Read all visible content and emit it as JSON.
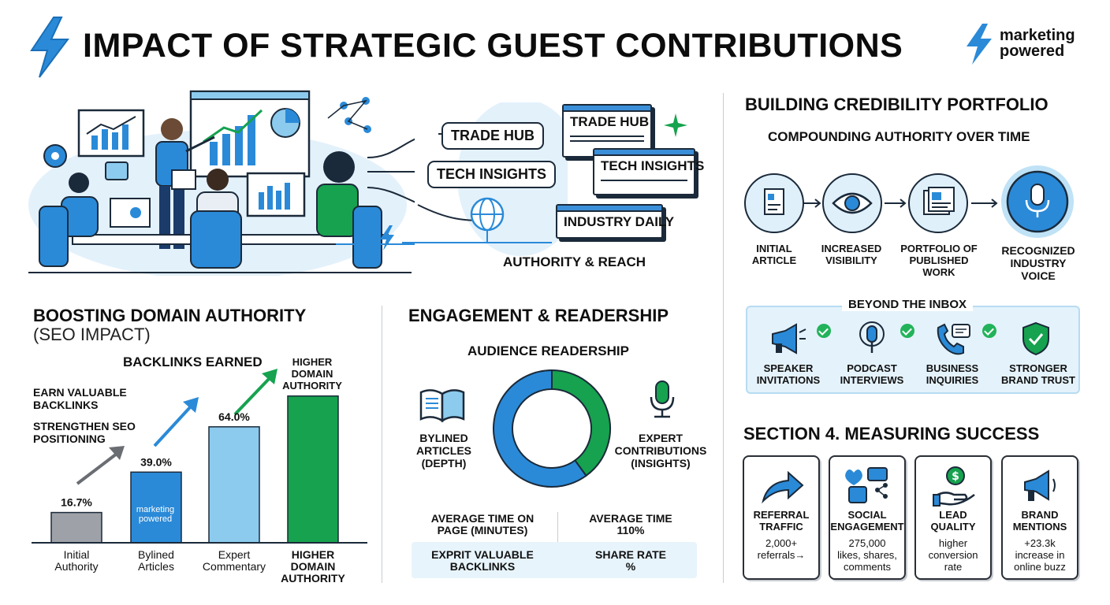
{
  "header": {
    "title": "IMPACT OF STRATEGIC GUEST CONTRIBUTIONS",
    "brand": "marketing powered",
    "brand_line1": "marketing",
    "brand_line2": "powered"
  },
  "colors": {
    "blue": "#2a8ad8",
    "light_blue": "#8ccbee",
    "green": "#16a24f",
    "gray": "#9ea2a8",
    "dark": "#1b2a3a"
  },
  "hero": {
    "publications": [
      "TRADE HUB",
      "TECH INSIGHTS",
      "INDUSTRY DAILY"
    ],
    "newspapers": [
      "TRADE HUB",
      "TECH INSIGHTS",
      "INDUSTRY DAILY"
    ],
    "caption": "AUTHORITY & REACH"
  },
  "credibility": {
    "title": "BUILDING CREDIBILITY PORTFOLIO",
    "subtitle": "COMPOUNDING AUTHORITY OVER TIME",
    "steps": [
      {
        "label": "INITIAL ARTICLE",
        "lines": [
          "INITIAL",
          "ARTICLE"
        ],
        "icon": "document-icon"
      },
      {
        "label": "INCREASED VISIBILITY",
        "lines": [
          "INCREASED",
          "VISIBILITY"
        ],
        "icon": "eye-icon"
      },
      {
        "label": "PORTFOLIO OF PUBLISHED WORK",
        "lines": [
          "PORTFOLIO OF",
          "PUBLISHED",
          "WORK"
        ],
        "icon": "portfolio-icon"
      },
      {
        "label": "RECOGNIZED INDUSTRY VOICE",
        "lines": [
          "RECOGNIZED",
          "INDUSTRY",
          "VOICE"
        ],
        "icon": "microphone-icon"
      }
    ]
  },
  "inbox": {
    "title": "BEYOND THE INBOX",
    "items": [
      {
        "lines": [
          "SPEAKER",
          "INVITATIONS"
        ],
        "icon": "megaphone-icon"
      },
      {
        "lines": [
          "PODCAST",
          "INTERVIEWS"
        ],
        "icon": "podcast-icon"
      },
      {
        "lines": [
          "BUSINESS",
          "INQUIRIES"
        ],
        "icon": "phone-icon"
      },
      {
        "lines": [
          "STRONGER",
          "BRAND TRUST"
        ],
        "icon": "shield-icon"
      }
    ]
  },
  "seo": {
    "title": "BOOSTING DOMAIN AUTHORITY",
    "subtitle": "(SEO IMPACT)",
    "chart_title": "BACKLINKS EARNED",
    "annotation1_l1": "EARN VALUABLE",
    "annotation1_l2": "BACKLINKS",
    "annotation2_l1": "STRENGTHEN SEO",
    "annotation2_l2": "POSITIONING",
    "top_label": [
      "HIGHER",
      "DOMAIN",
      "AUTHORITY"
    ],
    "bar_logo": [
      "marketing",
      "powered"
    ]
  },
  "chart_data": {
    "type": "bar",
    "title": "BACKLINKS EARNED",
    "categories": [
      "Initial Authority",
      "Bylined Articles",
      "Expert Commentary",
      "HIGHER DOMAIN AUTHORITY"
    ],
    "category_lines": [
      [
        "Initial",
        "Authority"
      ],
      [
        "Bylined",
        "Articles"
      ],
      [
        "Expert",
        "Commentary"
      ],
      [
        "HIGHER",
        "DOMAIN",
        "AUTHORITY"
      ]
    ],
    "values": [
      16.7,
      39.0,
      64.0,
      81.0
    ],
    "value_labels": [
      "16.7%",
      "39.0%",
      "64.0%",
      ""
    ],
    "colors": [
      "#9ea2a8",
      "#2a8ad8",
      "#8ccbee",
      "#16a24f"
    ],
    "ylim": [
      0,
      100
    ],
    "grid": false,
    "xlabel": "",
    "ylabel": ""
  },
  "engagement": {
    "title": "ENGAGEMENT & READERSHIP",
    "chart_title": "AUDIENCE READERSHIP",
    "left_label": [
      "BYLINED",
      "ARTICLES",
      "(DEPTH)"
    ],
    "right_label": [
      "EXPERT",
      "CONTRIBUTIONS",
      "(INSIGHTS)"
    ],
    "donut": {
      "segments": [
        {
          "value": 60,
          "color": "#2a8ad8"
        },
        {
          "value": 40,
          "color": "#16a24f"
        }
      ]
    },
    "stat1_l1": "AVERAGE TIME ON",
    "stat1_l2": "PAGE (MINUTES)",
    "stat2_l1": "AVERAGE TIME",
    "stat2_l2": "110%",
    "stat3_l1": "EXPRIT VALUABLE",
    "stat3_l2": "BACKLINKS",
    "stat4_l1": "SHARE RATE",
    "stat4_l2": "%"
  },
  "success": {
    "title": "SECTION 4. MEASURING SUCCESS",
    "cards": [
      {
        "title": [
          "REFERRAL",
          "TRAFFIC"
        ],
        "detail": [
          "2,000+",
          "referrals→"
        ],
        "icon": "arrow-icon"
      },
      {
        "title": [
          "SOCIAL",
          "ENGAGEMENT"
        ],
        "detail": [
          "275,000",
          "likes, shares,",
          "comments"
        ],
        "icon": "social-icon"
      },
      {
        "title": [
          "LEAD",
          "QUALITY"
        ],
        "detail": [
          "higher",
          "conversion",
          "rate"
        ],
        "icon": "money-hand-icon"
      },
      {
        "title": [
          "BRAND",
          "MENTIONS"
        ],
        "detail": [
          "+23.3k",
          "increase in",
          "online buzz"
        ],
        "icon": "megaphone-icon"
      }
    ]
  }
}
